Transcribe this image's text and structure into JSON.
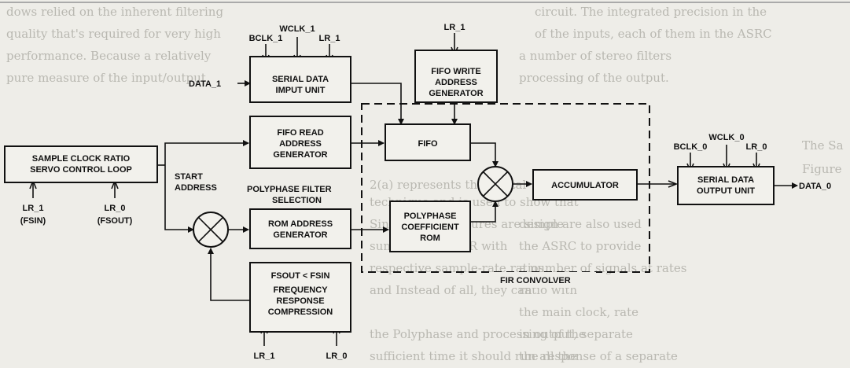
{
  "diagram": {
    "blocks": {
      "serial_in": [
        "SERIAL DATA",
        "IMPUT UNIT"
      ],
      "fifo_write": [
        "FIFO WRITE",
        "ADDRESS",
        "GENERATOR"
      ],
      "fifo_read": [
        "FIFO READ",
        "ADDRESS",
        "GENERATOR"
      ],
      "fifo": "FIFO",
      "servo": [
        "SAMPLE CLOCK RATIO",
        "SERVO CONTROL LOOP"
      ],
      "rom_addr": [
        "ROM ADDRESS",
        "GENERATOR"
      ],
      "coef_rom": [
        "POLYPHASE",
        "COEFFICIENT",
        "ROM"
      ],
      "accumulator": "ACCUMULATOR",
      "serial_out": [
        "SERIAL DATA",
        "OUTPUT UNIT"
      ],
      "freq_resp": [
        "FREQUENCY",
        "RESPONSE",
        "COMPRESSION"
      ]
    },
    "signals": {
      "bclk_1": "BCLK_1",
      "wclk_1": "WCLK_1",
      "lr_1": "LR_1",
      "data_1": "DATA_1",
      "lr_fifo": "LR_1",
      "bclk_0": "BCLK_0",
      "wclk_0": "WCLK_0",
      "lr_0": "LR_0",
      "data_0": "DATA_0",
      "start_address": [
        "START",
        "ADDRESS"
      ],
      "polyphase_selection": [
        "POLYPHASE FILTER",
        "SELECTION"
      ],
      "fir_convolver": "FIR CONVOLVER",
      "servo_in_1": "LR_1",
      "fsin": "(FSIN)",
      "servo_in_0": "LR_0",
      "fsout": "(FSOUT)",
      "fsout_lt_fsin": "FSOUT < FSIN",
      "comp_in_1": "LR_1",
      "comp_in_0": "LR_0"
    }
  },
  "background_text": [
    "dows relied on the inherent filtering",
    "quality that's required for very high",
    "performance. Because a relatively",
    "pure measure of the input/output",
    "The Sa",
    "Figure",
    "2(a) represents the digital",
    "technique and is used to show that",
    "Since The the figures are simple",
    "summarizes a FIR with",
    "respective sample-rate ratios,",
    "and Instead of all, they can",
    "the Polyphase and processing of the",
    "sufficient time it should run all the",
    "circuit. The integrated precision in the",
    "of the inputs, each of them in the ASRC",
    "a number of stereo filters",
    "processing of the output.",
    "design are also used",
    "the ASRC to provide",
    "a number of signals at rates",
    "ratio with",
    "the main clock, rate",
    "in output, separate",
    "the response of a separate"
  ]
}
